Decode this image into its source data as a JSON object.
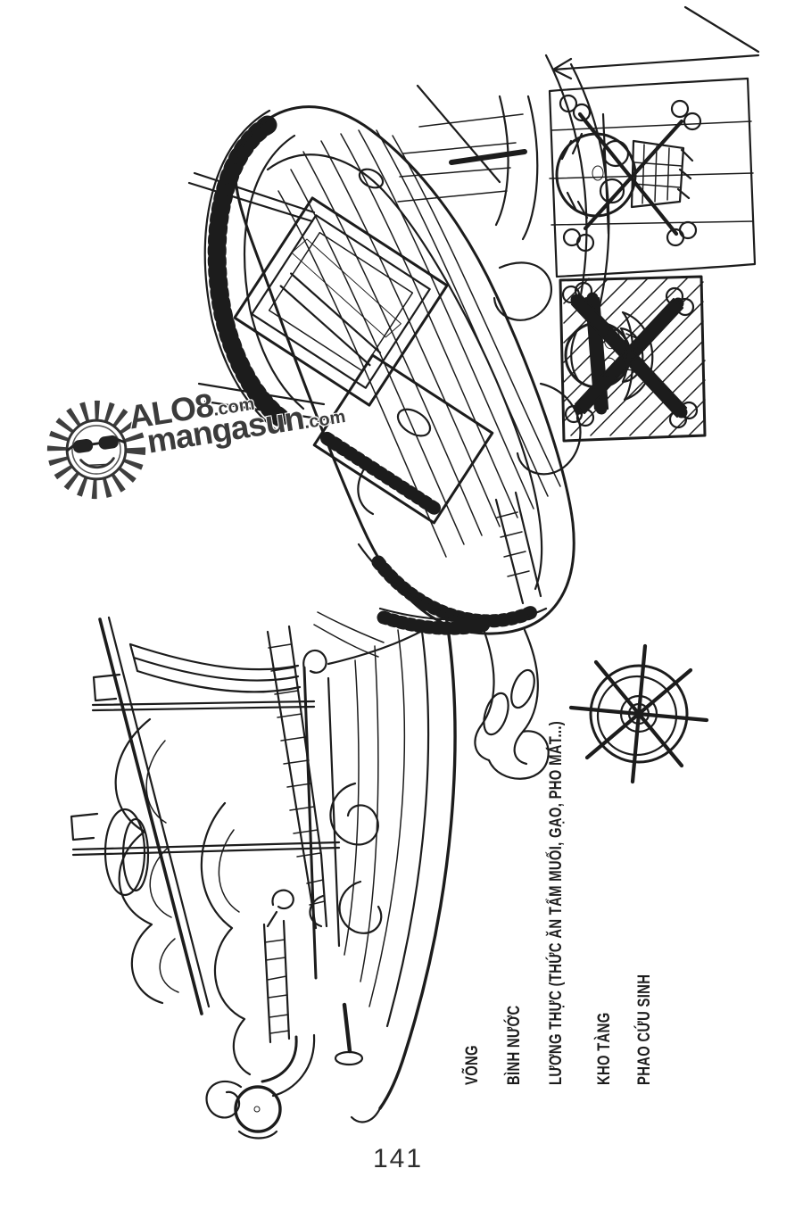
{
  "page": {
    "number": "141",
    "paper_color": "#ffffff",
    "ink_color": "#1c1c1c"
  },
  "watermark": {
    "icon": "sun-with-sunglasses",
    "site1": "ALO8",
    "site1_suffix": ".com",
    "site2": "mangasun",
    "site2_suffix": ".com"
  },
  "annotations": [
    {
      "text": "VÕNG"
    },
    {
      "text": "BÌNH NƯỚC"
    },
    {
      "text": "LƯƠNG THỰC (THỨC ĂN TẨM MUỐI, GẠO, PHO MÁT...)"
    },
    {
      "text": "KHO TÀNG"
    },
    {
      "text": "PHAO CỨU SINH"
    }
  ]
}
